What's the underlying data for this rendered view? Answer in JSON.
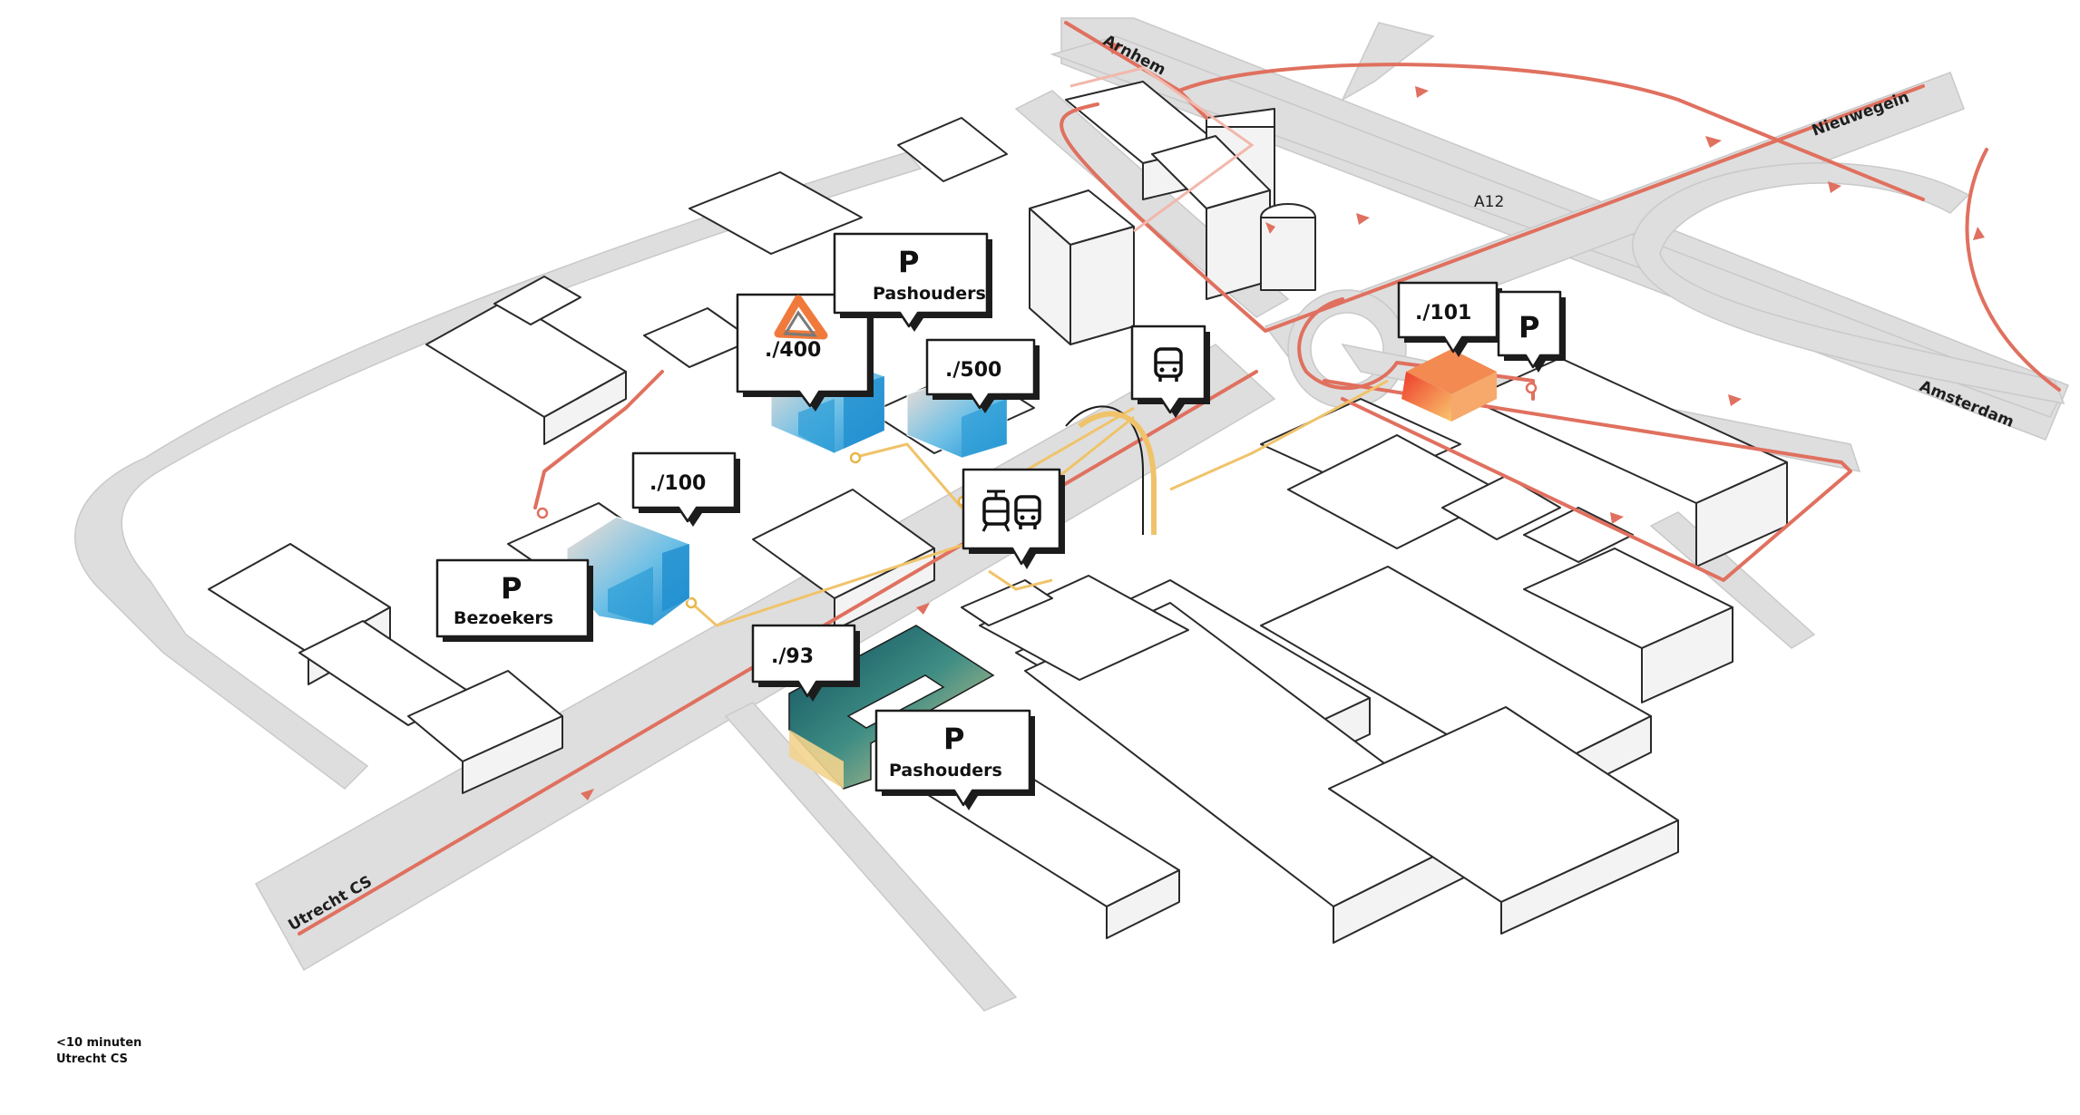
{
  "map": {
    "road_labels": {
      "arnhem": "Arnhem",
      "nieuwegein": "Nieuwegein",
      "a12": "A12",
      "amsterdam": "Amsterdam",
      "utrecht_cs": "Utrecht CS"
    },
    "markers": {
      "b400": "./400",
      "b500": "./500",
      "b100": "./100",
      "b93": "./93",
      "b101": "./101",
      "park_pashouders_top_p": "P",
      "park_pashouders_top_label": "Pashouders",
      "park_pashouders_bottom_p": "P",
      "park_pashouders_bottom_label": "Pashouders",
      "park_bezoekers_p": "P",
      "park_bezoekers_label": "Bezoekers",
      "park_101_p": "P"
    },
    "icons": {
      "bus_stop": "bus-icon",
      "tram_bus_stop": "tram-bus-icon",
      "logo": "company-logo"
    },
    "colors": {
      "route": "#e0705f",
      "walking": "#f0c36a",
      "road": "#dedede",
      "building_blue": "#2a9bd6",
      "building_teal": "#0e5466",
      "building_orange": "#f07a3c"
    }
  },
  "legend": {
    "line1": "<10 minuten",
    "line2": "Utrecht CS"
  }
}
